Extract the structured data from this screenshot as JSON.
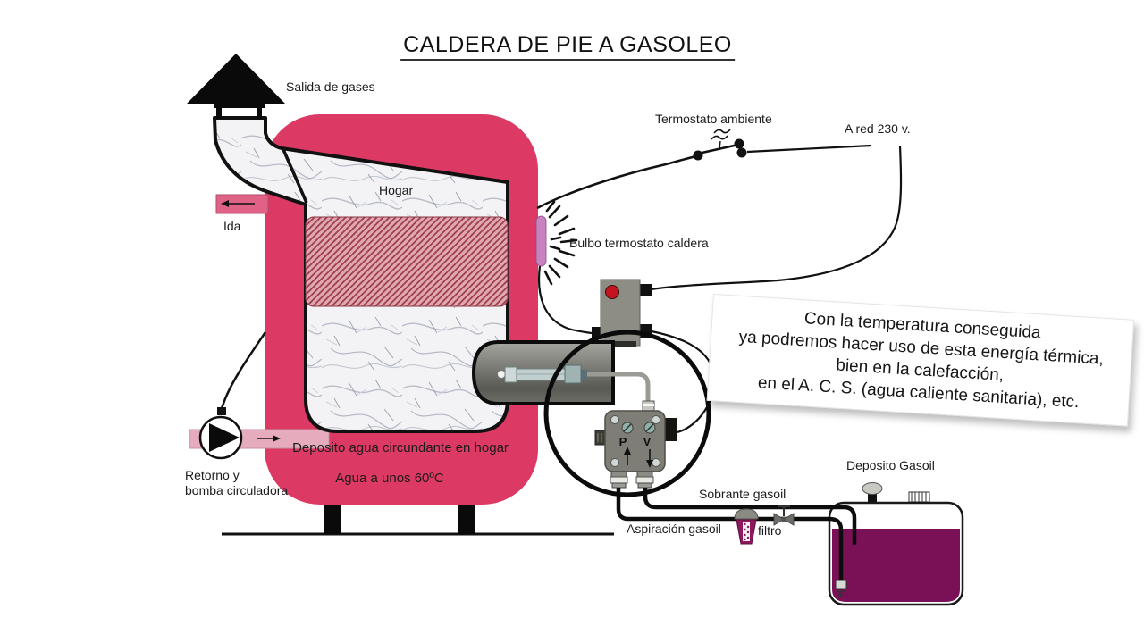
{
  "title": "CALDERA DE PIE A GASOLEO",
  "diagram": {
    "labels": {
      "salida_gases": "Salida de gases",
      "termostato_ambiente": "Termostato ambiente",
      "a_red_230": "A red 230 v.",
      "hogar": "Hogar",
      "ida": "Ida",
      "bulbo_termostato": "Bulbo termostato caldera",
      "deposito_agua": "Deposito agua circundante en hogar",
      "agua_60": "Agua a unos 60ºC",
      "retorno_1": "Retorno y",
      "retorno_2": "bomba circuladora",
      "deposito_gasoil": "Deposito Gasoil",
      "sobrante_gasoil": "Sobrante gasoil",
      "aspiracion_gasoil": "Aspiración gasoil",
      "filtro": "filtro",
      "pump_p": "P",
      "pump_v": "V"
    },
    "note": {
      "line1": "Con la temperatura conseguida",
      "line2": "ya podremos hacer uso de esta energía térmica,",
      "line3": "bien en la calefacción,",
      "line4": "en el A. C. S. (agua caliente sanitaria), etc."
    },
    "colors": {
      "boiler_pink": "#DC3A64",
      "pipe_ida": "#E06287",
      "pipe_retorno": "#E6ACBD",
      "bulb_violet": "#C883BE",
      "control_box_gray": "#8D8D85",
      "indicator_red": "#C41420",
      "pump_gray": "#7E7E76",
      "fuel_magenta": "#7A1056",
      "filter_purple": "#8E1A5E"
    }
  }
}
